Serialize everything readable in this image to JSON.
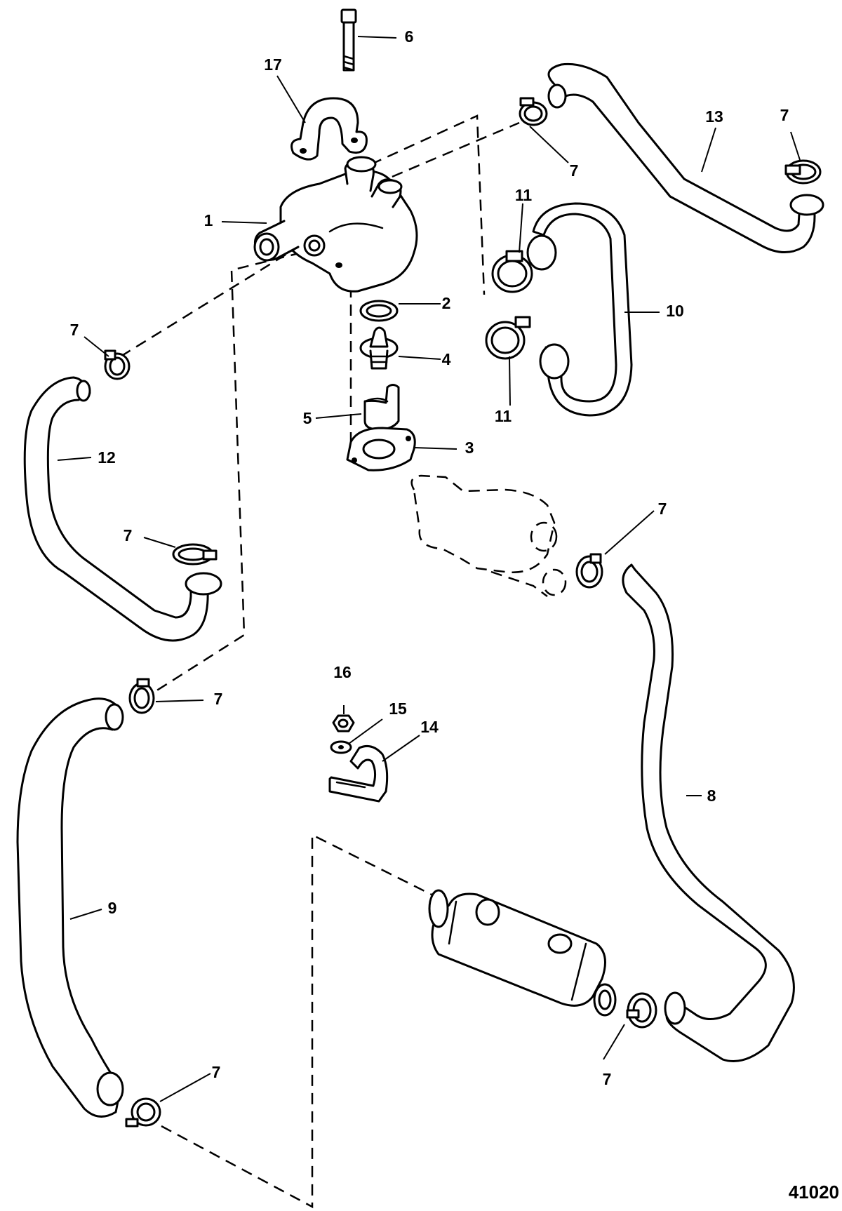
{
  "callouts": {
    "c1": "1",
    "c2": "2",
    "c3": "3",
    "c4": "4",
    "c5": "5",
    "c6": "6",
    "c7a": "7",
    "c7b": "7",
    "c7c": "7",
    "c7d": "7",
    "c7e": "7",
    "c7f": "7",
    "c7g": "7",
    "c7h": "7",
    "c8": "8",
    "c9": "9",
    "c10": "10",
    "c11a": "11",
    "c11b": "11",
    "c12": "12",
    "c13": "13",
    "c14": "14",
    "c15": "15",
    "c16": "16",
    "c17": "17"
  },
  "figure_number": "41020",
  "colors": {
    "line": "#000000",
    "background": "#ffffff"
  }
}
